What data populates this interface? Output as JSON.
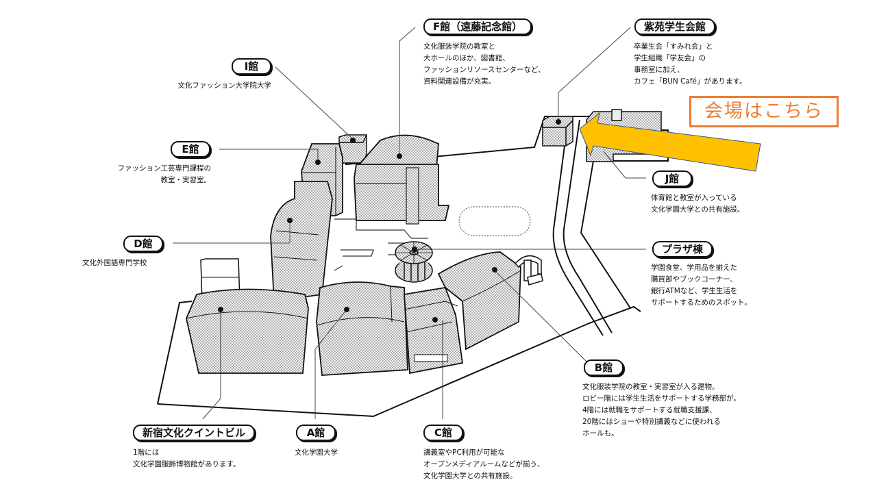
{
  "map": {
    "colors": {
      "ink": "#111111",
      "building_fill": "#e6e6e6",
      "arrow_fill": "#ffc000",
      "arrow_stroke": "#2f5597",
      "venue_accent": "#ed7d31"
    },
    "venue_callout": {
      "text": "会場はこちら",
      "icon": "arrow-left-icon"
    },
    "buildings": [
      {
        "id": "f",
        "name": "F館（遠藤記念館）",
        "desc": "文化服装学院の教室と\n大ホールのほか、図書館、\nファッションリソースセンターなど、\n資料関連設備が充実。"
      },
      {
        "id": "shien",
        "name": "紫苑学生会館",
        "desc": "卒業生会「すみれ会」と\n学生組織「学友会」の\n事務室に加え、\nカフェ「BUN Café」があります。"
      },
      {
        "id": "i",
        "name": "I館",
        "desc": "文化ファッション大学院大学"
      },
      {
        "id": "e",
        "name": "E館",
        "desc": "ファッション工芸専門課程の\n教室・実習室。"
      },
      {
        "id": "j",
        "name": "J館",
        "desc": "体育館と教室が入っている\n文化学園大学との共有施設。"
      },
      {
        "id": "d",
        "name": "D館",
        "desc": "文化外国語専門学校"
      },
      {
        "id": "plaza",
        "name": "プラザ棟",
        "desc": "学園食堂、学用品を揃えた\n購買部やブックコーナー、\n銀行ATMなど、学生生活を\nサポートするためのスポット。"
      },
      {
        "id": "b",
        "name": "B館",
        "desc": "文化服装学院の教室・実習室が入る建物。\nロビー階には学生生活をサポートする学務部が。\n4階には就職をサポートする就職支援課、\n20階にはショーや特別講義などに使われる\nホールも。"
      },
      {
        "id": "quint",
        "name": "新宿文化クイントビル",
        "desc": "1階には\n文化学園服飾博物館があります。"
      },
      {
        "id": "a",
        "name": "A館",
        "desc": "文化学園大学"
      },
      {
        "id": "c",
        "name": "C館",
        "desc": "講義室やPC利用が可能な\nオープンメディアルームなどが揃う、\n文化学園大学との共有施設。"
      }
    ]
  }
}
